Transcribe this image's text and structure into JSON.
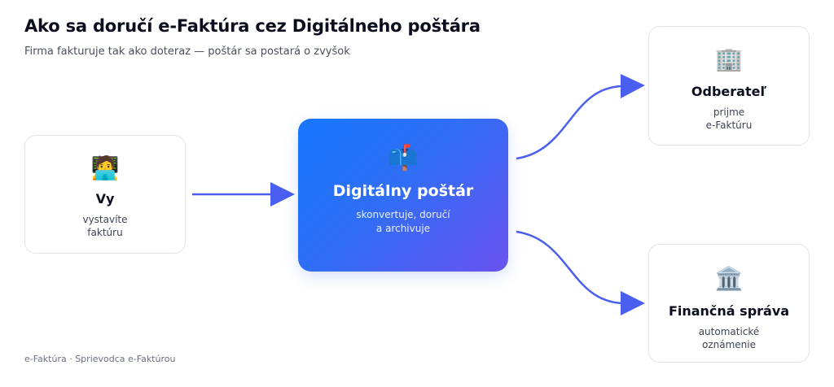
{
  "header": {
    "title": "Ako sa doručí e-Faktúra cez Digitálneho poštára",
    "subtitle": "Firma fakturuje tak ako doteraz — poštár sa postará o zvyšok"
  },
  "nodes": {
    "vy": {
      "icon": "🧑‍💻",
      "name": "Vy",
      "desc_line1": "vystavíte",
      "desc_line2": "faktúru"
    },
    "hub": {
      "icon": "📫",
      "name": "Digitálny poštár",
      "desc_line1": "skonvertuje, doručí",
      "desc_line2": "a archivuje"
    },
    "odberatel": {
      "icon": "🏢",
      "name": "Odberateľ",
      "desc_line1": "prijme",
      "desc_line2": "e-Faktúru"
    },
    "financna": {
      "icon": "🏛️",
      "name": "Finančná správa",
      "desc_line1": "automatické",
      "desc_line2": "oznámenie"
    }
  },
  "colors": {
    "accent": "#4a5ff0",
    "hub_start": "#1677ff",
    "hub_end": "#6a52f0"
  },
  "footer": {
    "text": "e-Faktúra · Sprievodca e-Faktúrou"
  }
}
